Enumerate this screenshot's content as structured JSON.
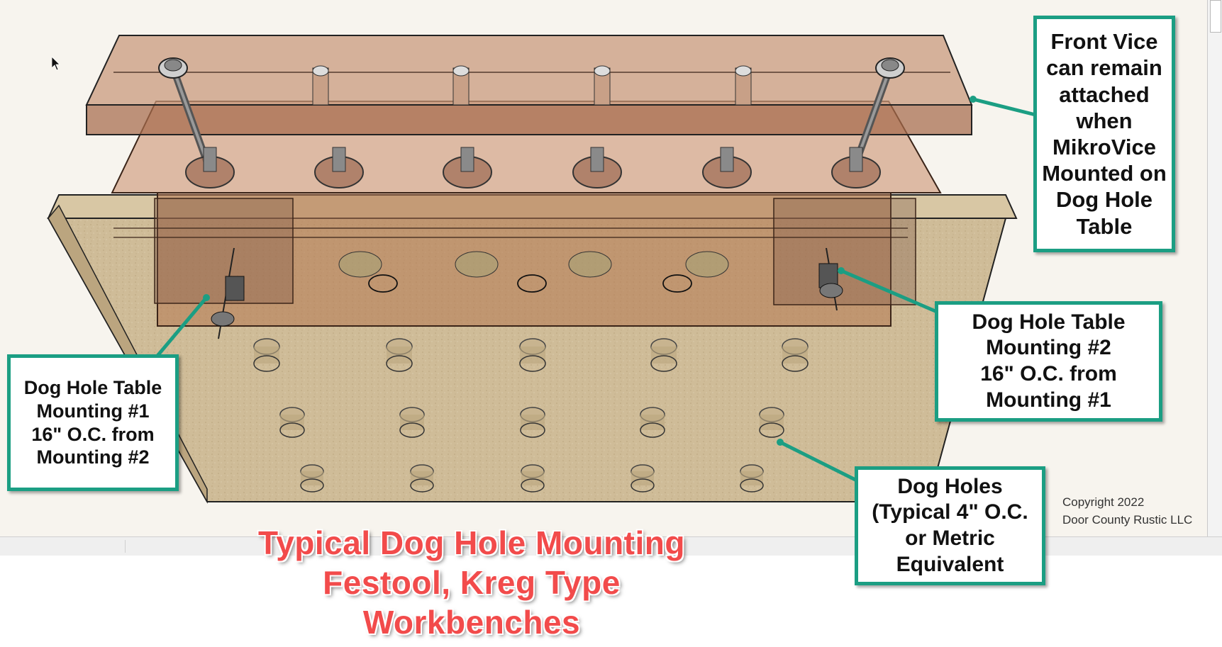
{
  "callouts": {
    "front_vice": "Front Vice\ncan remain\nattached\nwhen\nMikroVice\nMounted on\nDog Hole\nTable",
    "mounting_2": "Dog Hole Table\nMounting #2\n16\" O.C. from\nMounting #1",
    "mounting_1": "Dog Hole Table\nMounting #1\n16\" O.C. from\nMounting #2",
    "dog_holes": "Dog Holes\n(Typical 4\" O.C.\nor Metric\nEquivalent"
  },
  "copyright": "Copyright 2022\nDoor County Rustic LLC",
  "headline": "Typical Dog Hole Mounting\nFestool, Kreg Type\nWorkbenches",
  "colors": {
    "callout_border": "#1b9e83",
    "headline": "#f24b4b",
    "vice_wood": "#b06a47",
    "table_wood": "#cdb894"
  },
  "icons": {
    "cursor": "mouse-pointer-icon",
    "screw": "screw-icon",
    "dog_hole": "dog-hole-icon"
  }
}
